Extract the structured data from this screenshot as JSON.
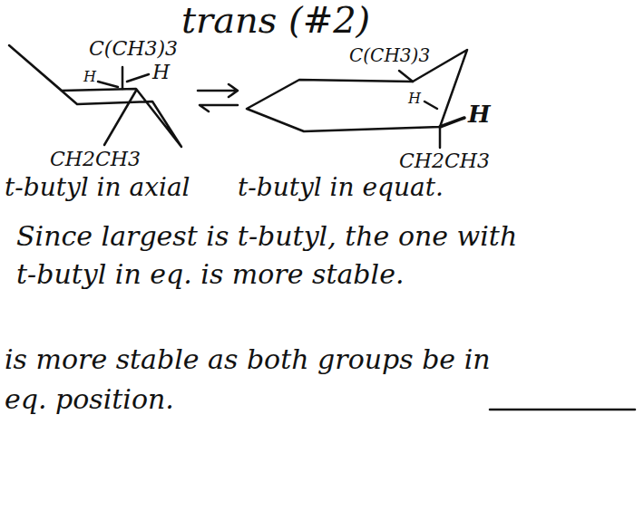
{
  "diagram": {
    "title": "trans (#2)",
    "labels": [
      "C(CH3)3",
      "H",
      "H",
      "CH2CH3",
      "t-butyl in axial",
      "C(CH3)3",
      "H",
      "H",
      "CH2CH3",
      "t-butyl in equat.",
      "Since largest is t-butyl, the one with t-butyl in eq. is more stable.",
      "is more stable as both groups be in eq. position."
    ]
  }
}
